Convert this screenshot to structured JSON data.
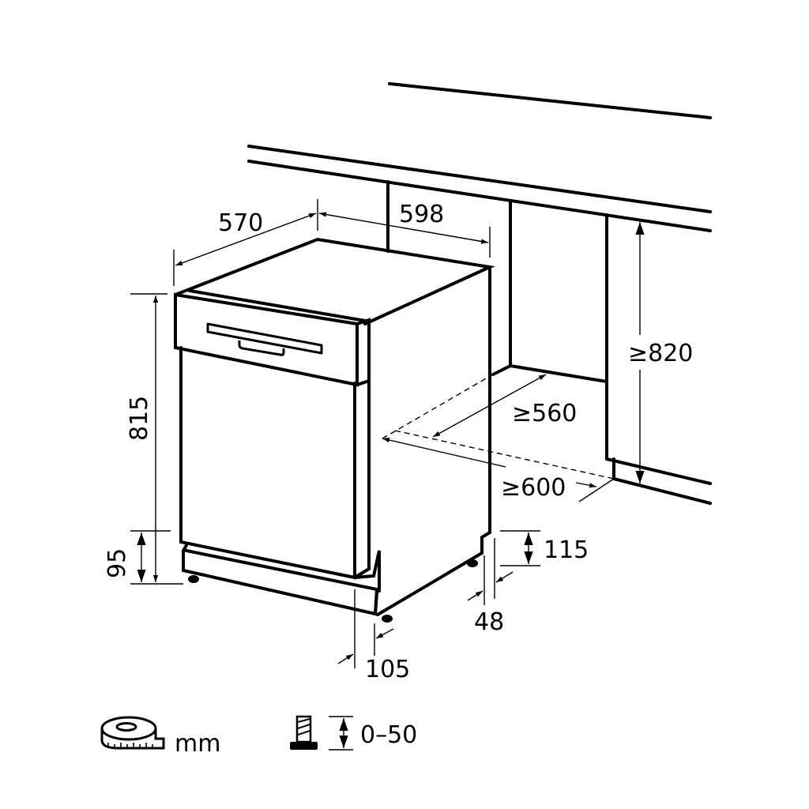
{
  "diagram": {
    "type": "installation-dimension-drawing",
    "subject": "semi-integrated dishwasher under kitchen worktop",
    "unit": "mm",
    "appliance_dimensions": {
      "depth": "570",
      "width": "598",
      "height": "815",
      "plinth_height": "95",
      "plinth_recess_front": "105",
      "rear_foot_offset": "48",
      "rear_step_height": "115"
    },
    "niche_dimensions": {
      "min_height": "≥820",
      "min_depth": "≥560",
      "min_width": "≥600"
    },
    "legend": {
      "unit_icon": "tape-measure-icon",
      "unit_label": "mm",
      "foot_icon": "adjustable-foot-icon",
      "foot_range": "0–50"
    },
    "colors": {
      "line": "#000000",
      "background": "#ffffff"
    }
  }
}
